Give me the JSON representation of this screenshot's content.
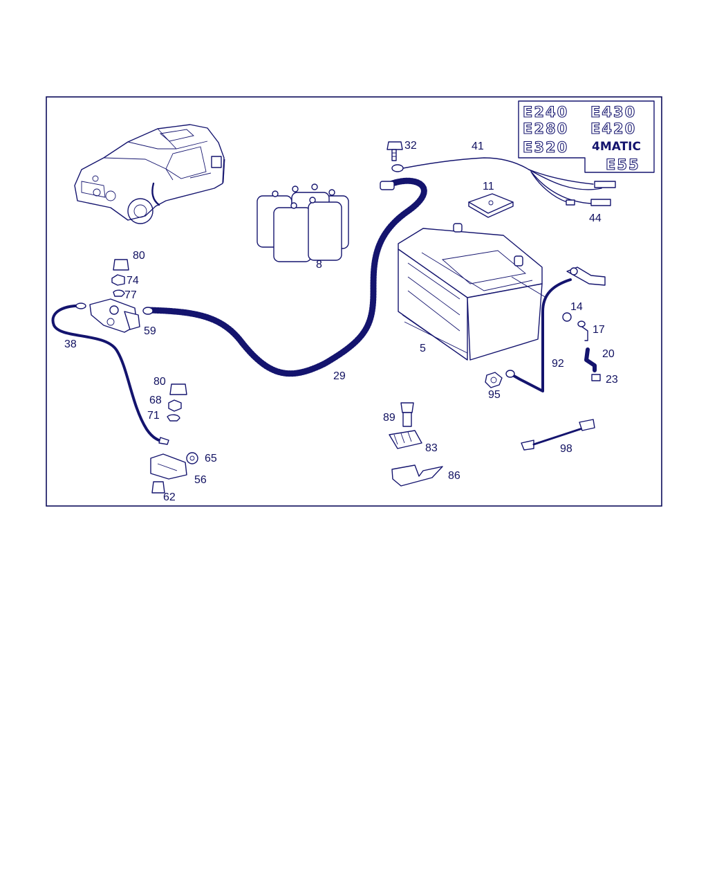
{
  "colors": {
    "line": "#14146e",
    "text": "#101060",
    "background": "#ffffff"
  },
  "models": {
    "e240": "E240",
    "e280": "E280",
    "e320": "E320",
    "e430": "E430",
    "e420": "E420",
    "matic": "4MATIC",
    "e55": "E55"
  },
  "callouts": {
    "p5": "5",
    "p8": "8",
    "p11": "11",
    "p14": "14",
    "p17": "17",
    "p20": "20",
    "p23": "23",
    "p29": "29",
    "p32": "32",
    "p38": "38",
    "p41": "41",
    "p44": "44",
    "p56": "56",
    "p59": "59",
    "p62": "62",
    "p65": "65",
    "p68": "68",
    "p71": "71",
    "p74": "74",
    "p77": "77",
    "p80a": "80",
    "p80b": "80",
    "p83": "83",
    "p86": "86",
    "p89": "89",
    "p92": "92",
    "p95": "95",
    "p98": "98"
  }
}
